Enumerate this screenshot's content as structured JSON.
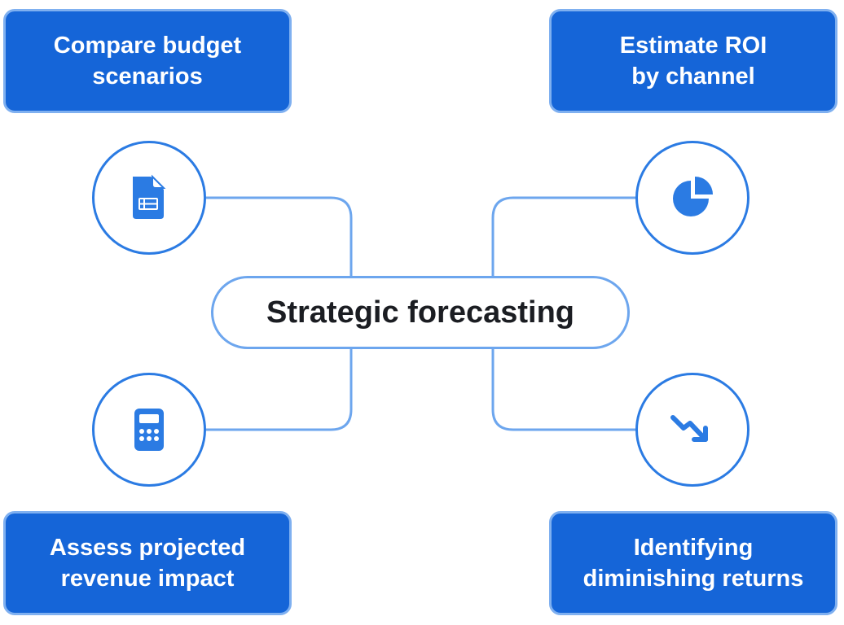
{
  "diagram": {
    "center": {
      "label": "Strategic forecasting"
    },
    "items": [
      {
        "label": "Compare budget\nscenarios",
        "icon": "spreadsheet-document-icon"
      },
      {
        "label": "Estimate ROI\nby channel",
        "icon": "pie-chart-icon"
      },
      {
        "label": "Assess projected\nrevenue impact",
        "icon": "calculator-icon"
      },
      {
        "label": "Identifying\ndiminishing returns",
        "icon": "trending-down-icon"
      }
    ]
  },
  "colors": {
    "box_fill": "#1565d8",
    "box_border": "#7fb0f0",
    "icon": "#2b7be3",
    "connector": "#6da6ee",
    "center_text": "#1b1d22"
  }
}
